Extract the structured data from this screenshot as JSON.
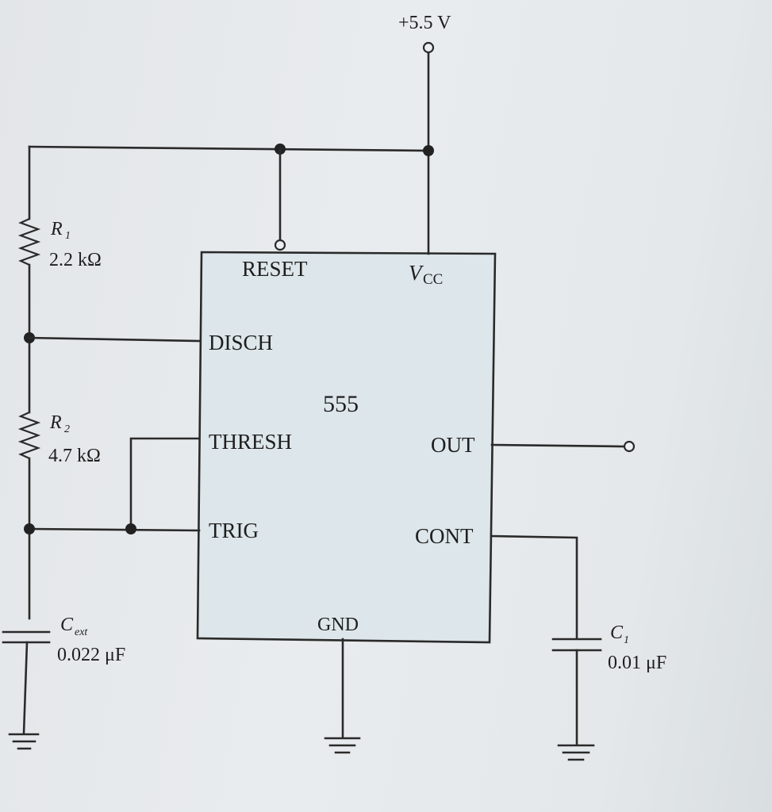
{
  "supply": {
    "label": "+5.5 V"
  },
  "ic": {
    "name": "555",
    "pins": {
      "reset": "RESET",
      "vcc": "V",
      "vcc_sub": "CC",
      "disch": "DISCH",
      "thresh": "THRESH",
      "trig": "TRIG",
      "out": "OUT",
      "cont": "CONT",
      "gnd": "GND"
    }
  },
  "components": {
    "r1": {
      "symbol": "R",
      "sub": "1",
      "value": "2.2 kΩ"
    },
    "r2": {
      "symbol": "R",
      "sub": "2",
      "value": "4.7 kΩ"
    },
    "cext": {
      "symbol": "C",
      "sub": "ext",
      "value": "0.022 μF"
    },
    "c1": {
      "symbol": "C",
      "sub": "1",
      "value": "0.01 μF"
    }
  },
  "colors": {
    "ic_fill": "#dde6ea",
    "wire": "#2a2a2a",
    "background": "#e7eaec"
  }
}
